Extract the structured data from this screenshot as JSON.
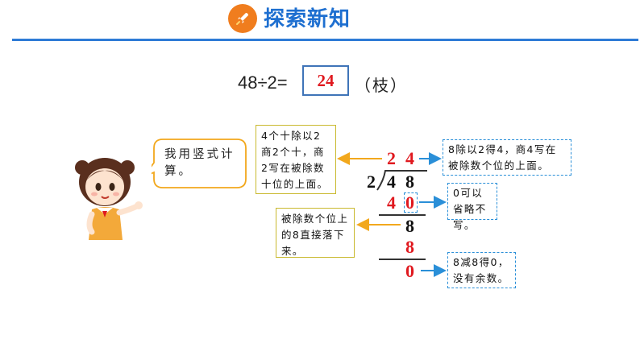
{
  "header": {
    "title": "探索新知",
    "icon": "rocket-icon",
    "accent": "#f07d1e",
    "title_color": "#1e6fd0"
  },
  "equation": {
    "left": "48÷2=",
    "answer": "24",
    "unit": "（枝）"
  },
  "speech": {
    "text": "我用竖式计算。"
  },
  "notes": {
    "tens_step": "4个十除以2商2个十，商2写在被除数十位的上面。",
    "bring_down": "被除数个位上的8直接落下来。",
    "ones_step": "8除以2得4，商4写在被除数个位的上面。",
    "omit_zero": "0可以省略不写。",
    "no_remainder": "8减8得0，没有余数。"
  },
  "division": {
    "divisor": "2",
    "dividend": [
      "4",
      "8"
    ],
    "quotient": [
      "2",
      "4"
    ],
    "step1_product": [
      "4",
      "0"
    ],
    "brought_down": "8",
    "step2_product": "8",
    "remainder": "0"
  },
  "colors": {
    "quotient": "#e0191f",
    "arrow_orange": "#f2a81d",
    "arrow_blue": "#2a8fd8"
  }
}
